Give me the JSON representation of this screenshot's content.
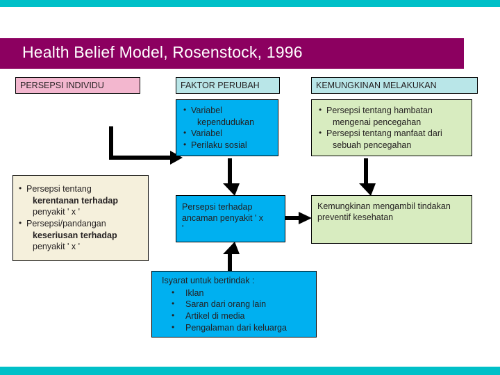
{
  "slide": {
    "title": "Health Belief Model, Rosenstock, 1996",
    "accent_banner": "#8c0060",
    "accent_bar": "#00c0c8"
  },
  "headers": {
    "individu": "PERSEPSI INDIVIDU",
    "faktor": "FAKTOR PERUBAH",
    "kemungkinan": "KEMUNGKINAN MELAKUKAN"
  },
  "boxes": {
    "individu": {
      "items": [
        {
          "text": "Persepsi tentang ",
          "bold": "kerentanan",
          "tail": " terhadap"
        },
        {
          "cont": "penyakit ' x '"
        },
        {
          "text": "Persepsi/pandangan "
        },
        {
          "cont_bold": "keseriusan",
          "cont_tail": " terhadap"
        },
        {
          "cont": "penyakit ' x '"
        }
      ],
      "lines": [
        "Persepsi tentang",
        "kerentanan terhadap",
        "penyakit ' x '",
        "Persepsi/pandangan",
        "keseriusan terhadap",
        "penyakit ' x '"
      ]
    },
    "faktor": {
      "lines": [
        "Variabel",
        "kependudukan",
        "Variabel",
        "Perilaku sosial"
      ]
    },
    "kemungkinan": {
      "lines": [
        "Persepsi tentang hambatan",
        "mengenai pencegahan",
        "Persepsi  tentang manfaat dari",
        "sebuah pencegahan"
      ]
    },
    "ancaman": {
      "lines": [
        "Persepsi terhadap",
        "ancaman penyakit ' x",
        "'"
      ]
    },
    "tindakan": {
      "lines": [
        "Kemungkinan mengambil tindakan",
        "preventif kesehatan"
      ]
    },
    "isyarat": {
      "title": "Isyarat untuk bertindak :",
      "items": [
        "Iklan",
        "Saran dari orang lain",
        "Artikel di media",
        "Pengalaman dari keluarga"
      ]
    }
  }
}
